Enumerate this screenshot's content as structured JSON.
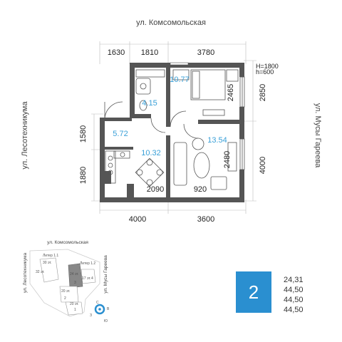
{
  "plan": {
    "street_top": "ул. Комсомольская",
    "street_left": "ул. Лесотехникума",
    "street_right": "ул. Мусы Гареева",
    "dims_top": [
      "1630",
      "1810",
      "3780"
    ],
    "dims_bottom": [
      "4000",
      "3600"
    ],
    "dims_left": [
      "1580",
      "1880"
    ],
    "dims_right": [
      "2850",
      "4000"
    ],
    "dims_inner": [
      "2465",
      "2480",
      "2090",
      "920"
    ],
    "window_h1": "H=1800",
    "window_h2": "h=600",
    "rooms": [
      {
        "id": "bath",
        "area": "4.15"
      },
      {
        "id": "bedroom",
        "area": "10.77"
      },
      {
        "id": "hall",
        "area": "5.72"
      },
      {
        "id": "kitchen",
        "area": "10.32"
      },
      {
        "id": "living",
        "area": "13.54"
      }
    ]
  },
  "site_map": {
    "street_top": "ул. Комсомольская",
    "street_left": "ул. Лесотехникума",
    "street_right": "ул. Мусы Гареева",
    "labels": [
      "Литер 1.1",
      "30 эт.",
      "32 эт.",
      "Литер 1.2",
      "24 эт.",
      "17 эт.",
      "4",
      "3",
      "2",
      "1",
      "20 эт.",
      "20 эт."
    ],
    "compass": [
      "С",
      "В",
      "З",
      "Ю"
    ]
  },
  "apartment": {
    "rooms": "2",
    "areas": [
      "24,31",
      "44,50",
      "44,50",
      "44,50"
    ]
  },
  "colors": {
    "accent": "#2a8fd0",
    "wall": "#555555",
    "area_text": "#3aa0d8"
  }
}
